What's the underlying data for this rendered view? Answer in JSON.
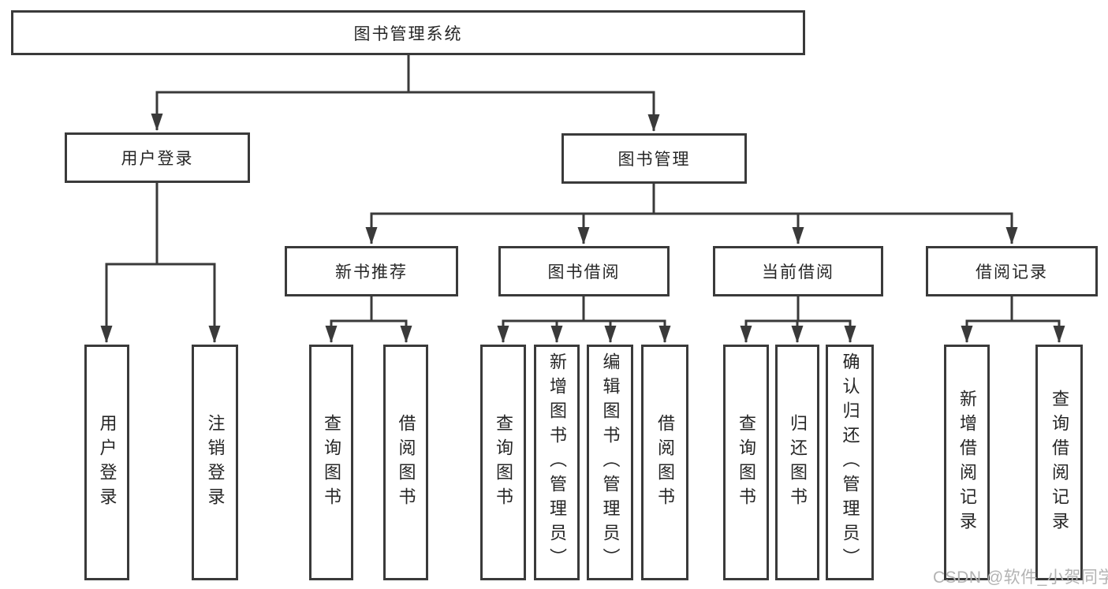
{
  "watermark": "CSDN @软件_小贺同学",
  "tree": {
    "root": {
      "label": "图书管理系统"
    },
    "branches": [
      {
        "label": "用户登录",
        "children": [
          {
            "label": "用户登录"
          },
          {
            "label": "注销登录"
          }
        ]
      },
      {
        "label": "图书管理",
        "children": [
          {
            "label": "新书推荐",
            "children": [
              {
                "label": "查询图书"
              },
              {
                "label": "借阅图书"
              }
            ]
          },
          {
            "label": "图书借阅",
            "children": [
              {
                "label": "查询图书"
              },
              {
                "label": "新增图书（管理员）"
              },
              {
                "label": "编辑图书（管理员）"
              },
              {
                "label": "借阅图书"
              }
            ]
          },
          {
            "label": "当前借阅",
            "children": [
              {
                "label": "查询图书"
              },
              {
                "label": "归还图书"
              },
              {
                "label": "确认归还（管理员）"
              }
            ]
          },
          {
            "label": "借阅记录",
            "children": [
              {
                "label": "新增借阅记录"
              },
              {
                "label": "查询借阅记录"
              }
            ]
          }
        ]
      }
    ]
  },
  "colors": {
    "line": "#3a3a3a",
    "text": "#262626",
    "watermark": "#b3b3b3"
  }
}
